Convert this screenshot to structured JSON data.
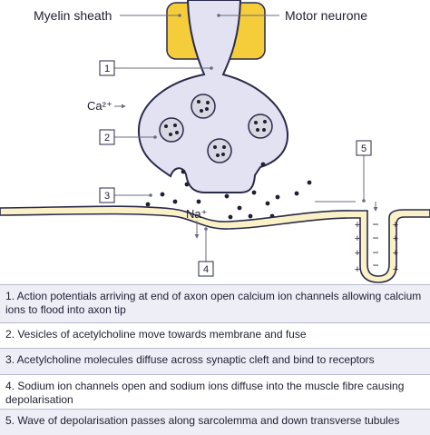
{
  "labels": {
    "myelin_sheath": "Myelin sheath",
    "motor_neurone": "Motor neurone",
    "calcium": "Ca²⁺",
    "sodium": "Na⁺"
  },
  "markers": [
    "1",
    "2",
    "3",
    "4",
    "5"
  ],
  "charges": {
    "plus": "+",
    "minus": "−"
  },
  "steps": [
    {
      "text": "1. Action potentials arriving at end of axon open calcium ion channels allowing calcium ions to flood into axon tip"
    },
    {
      "text": "2. Vesicles of acetylcholine move towards membrane and fuse"
    },
    {
      "text": "3. Acetylcholine molecules diffuse across synaptic cleft and bind to receptors"
    },
    {
      "text": "4. Sodium ion channels open and sodium ions diffuse into the muscle fibre causing depolarisation"
    },
    {
      "text": "5. Wave of depolarisation passes along sarcolemma and down transverse tubules"
    }
  ],
  "colors": {
    "myelin": "#f5cd3a",
    "neurone_fill": "#e2e2f3",
    "outline": "#2a2a4a",
    "sarcolemma": "#fbf1c6",
    "row_tint": "#eeeef6"
  }
}
